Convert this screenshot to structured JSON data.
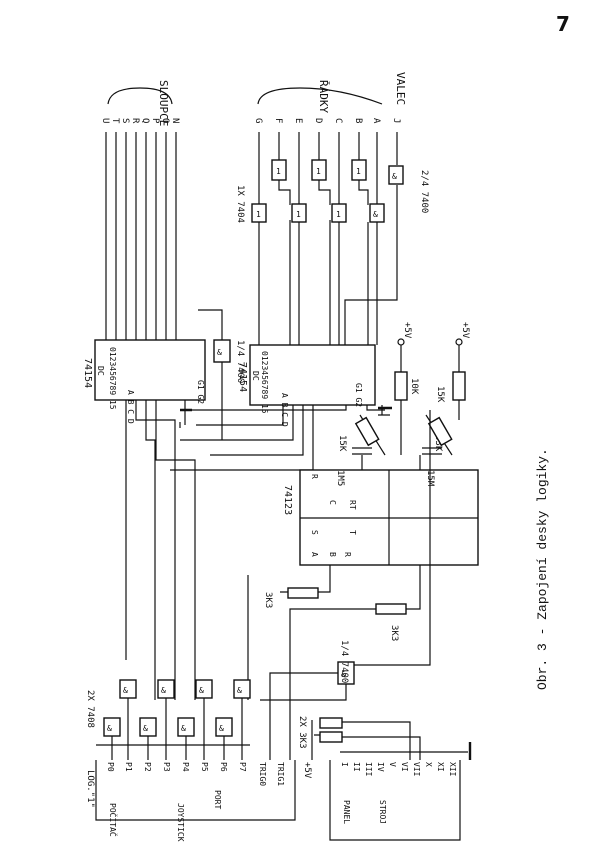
{
  "page_number": "7",
  "caption": "Obr. 3 - Zapojení desky logiky.",
  "groups": {
    "slopce": "SLOUPCE",
    "radky": "ŘÁDKY",
    "valec": "VALEC"
  },
  "column_letters": [
    "U",
    "T",
    "S",
    "R",
    "Q",
    "P",
    "O",
    "N"
  ],
  "row_letters": [
    "G",
    "F",
    "E",
    "D",
    "C",
    "B",
    "A"
  ],
  "valec_letter": "J",
  "chips": {
    "mux1": {
      "name": "74154",
      "pins": "0123456789 15",
      "dc": "DC",
      "abcd": "A B C D",
      "g": "G1 G2"
    },
    "mux2": {
      "name": "74154",
      "pins": "0123456789 15",
      "dc": "DC",
      "abcd": "A B C D",
      "g": "G1 G2"
    },
    "monostable": {
      "name": "74123",
      "labels": [
        "R",
        "C",
        "RT",
        "S",
        "T",
        "A",
        "B",
        "R"
      ]
    }
  },
  "gate_labels": {
    "inverters": "1X 7404",
    "nand_top": "2/4 7400",
    "nand_mid": "1/4 7400",
    "nand_low": "1/4 7400",
    "and_gates": "2X 7408",
    "and_symbol": "&",
    "inv_symbol": "1"
  },
  "passives": {
    "r1": "10K",
    "r2": "15K",
    "r3": "15K",
    "r4": "33K",
    "c1": "1M5",
    "c2": "15M",
    "r3k3a": "3K3",
    "r3k3b": "3K3",
    "r2x3k3": "2X 3K3"
  },
  "supply": {
    "plus5v_a": "+5V",
    "plus5v_b": "+5V",
    "plus5v_c": "+5V"
  },
  "port": {
    "title": "POČÍTAČ",
    "sub1": "JOYSTICK",
    "sub2": "PORT",
    "pins": [
      "P0",
      "P1",
      "P2",
      "P3",
      "P4",
      "P5",
      "P6",
      "P7",
      "TRIG0",
      "TRIG1"
    ],
    "log1": "LOG.\"1\""
  },
  "panel": {
    "title": "PANEL",
    "sub": "STROJ",
    "pins": [
      "I",
      "II",
      "III",
      "IV",
      "V",
      "VI",
      "VII",
      "X",
      "XI",
      "XII"
    ]
  }
}
